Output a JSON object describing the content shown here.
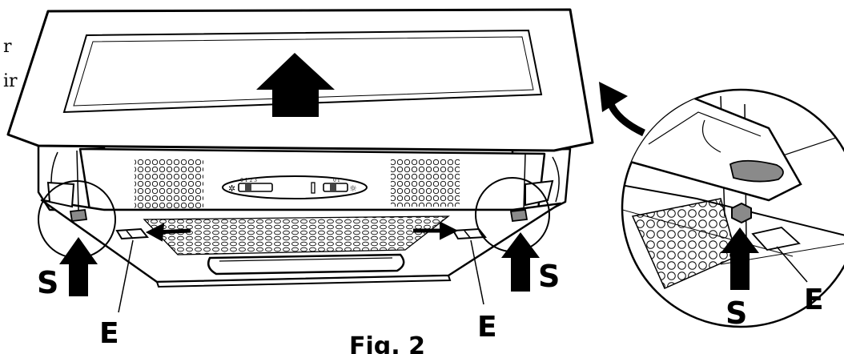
{
  "labels": {
    "fragment_1": "r",
    "fragment_2": "ir",
    "s_left": "S",
    "s_right": "S",
    "s_detail": "S",
    "e_left": "E",
    "e_right": "E",
    "e_detail": "E",
    "caption": "Fig. 2"
  },
  "controls": {
    "fan_switch_numbers": "0 1 2 3",
    "light_switch_numbers": "0 I"
  },
  "colors": {
    "ink": "#000000",
    "paper": "#ffffff",
    "latch_fill": "#8a8a8a"
  }
}
